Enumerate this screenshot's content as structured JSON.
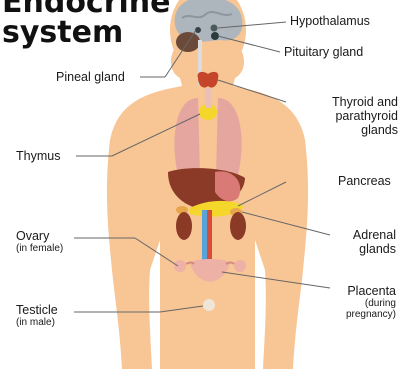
{
  "title": {
    "line1": "Endocrine",
    "line2": "system"
  },
  "labels": {
    "hypothalamus": "Hypothalamus",
    "pituitary": "Pituitary gland",
    "pineal": "Pineal gland",
    "thyroid_1": "Thyroid and",
    "thyroid_2": "parathyroid",
    "thyroid_3": "glands",
    "thymus": "Thymus",
    "pancreas": "Pancreas",
    "adrenal_1": "Adrenal",
    "adrenal_2": "glands",
    "ovary": "Ovary",
    "ovary_sub": "(in female)",
    "placenta": "Placenta",
    "placenta_sub_1": "(during",
    "placenta_sub_2": "pregnancy)",
    "testicle": "Testicle",
    "testicle_sub": "(in male)"
  },
  "colors": {
    "skin": "#f8c595",
    "brain": "#aeb6bd",
    "lung": "#e6a6a0",
    "liver": "#8a3a26",
    "gland": "#f4d72a",
    "line": "#666666"
  }
}
